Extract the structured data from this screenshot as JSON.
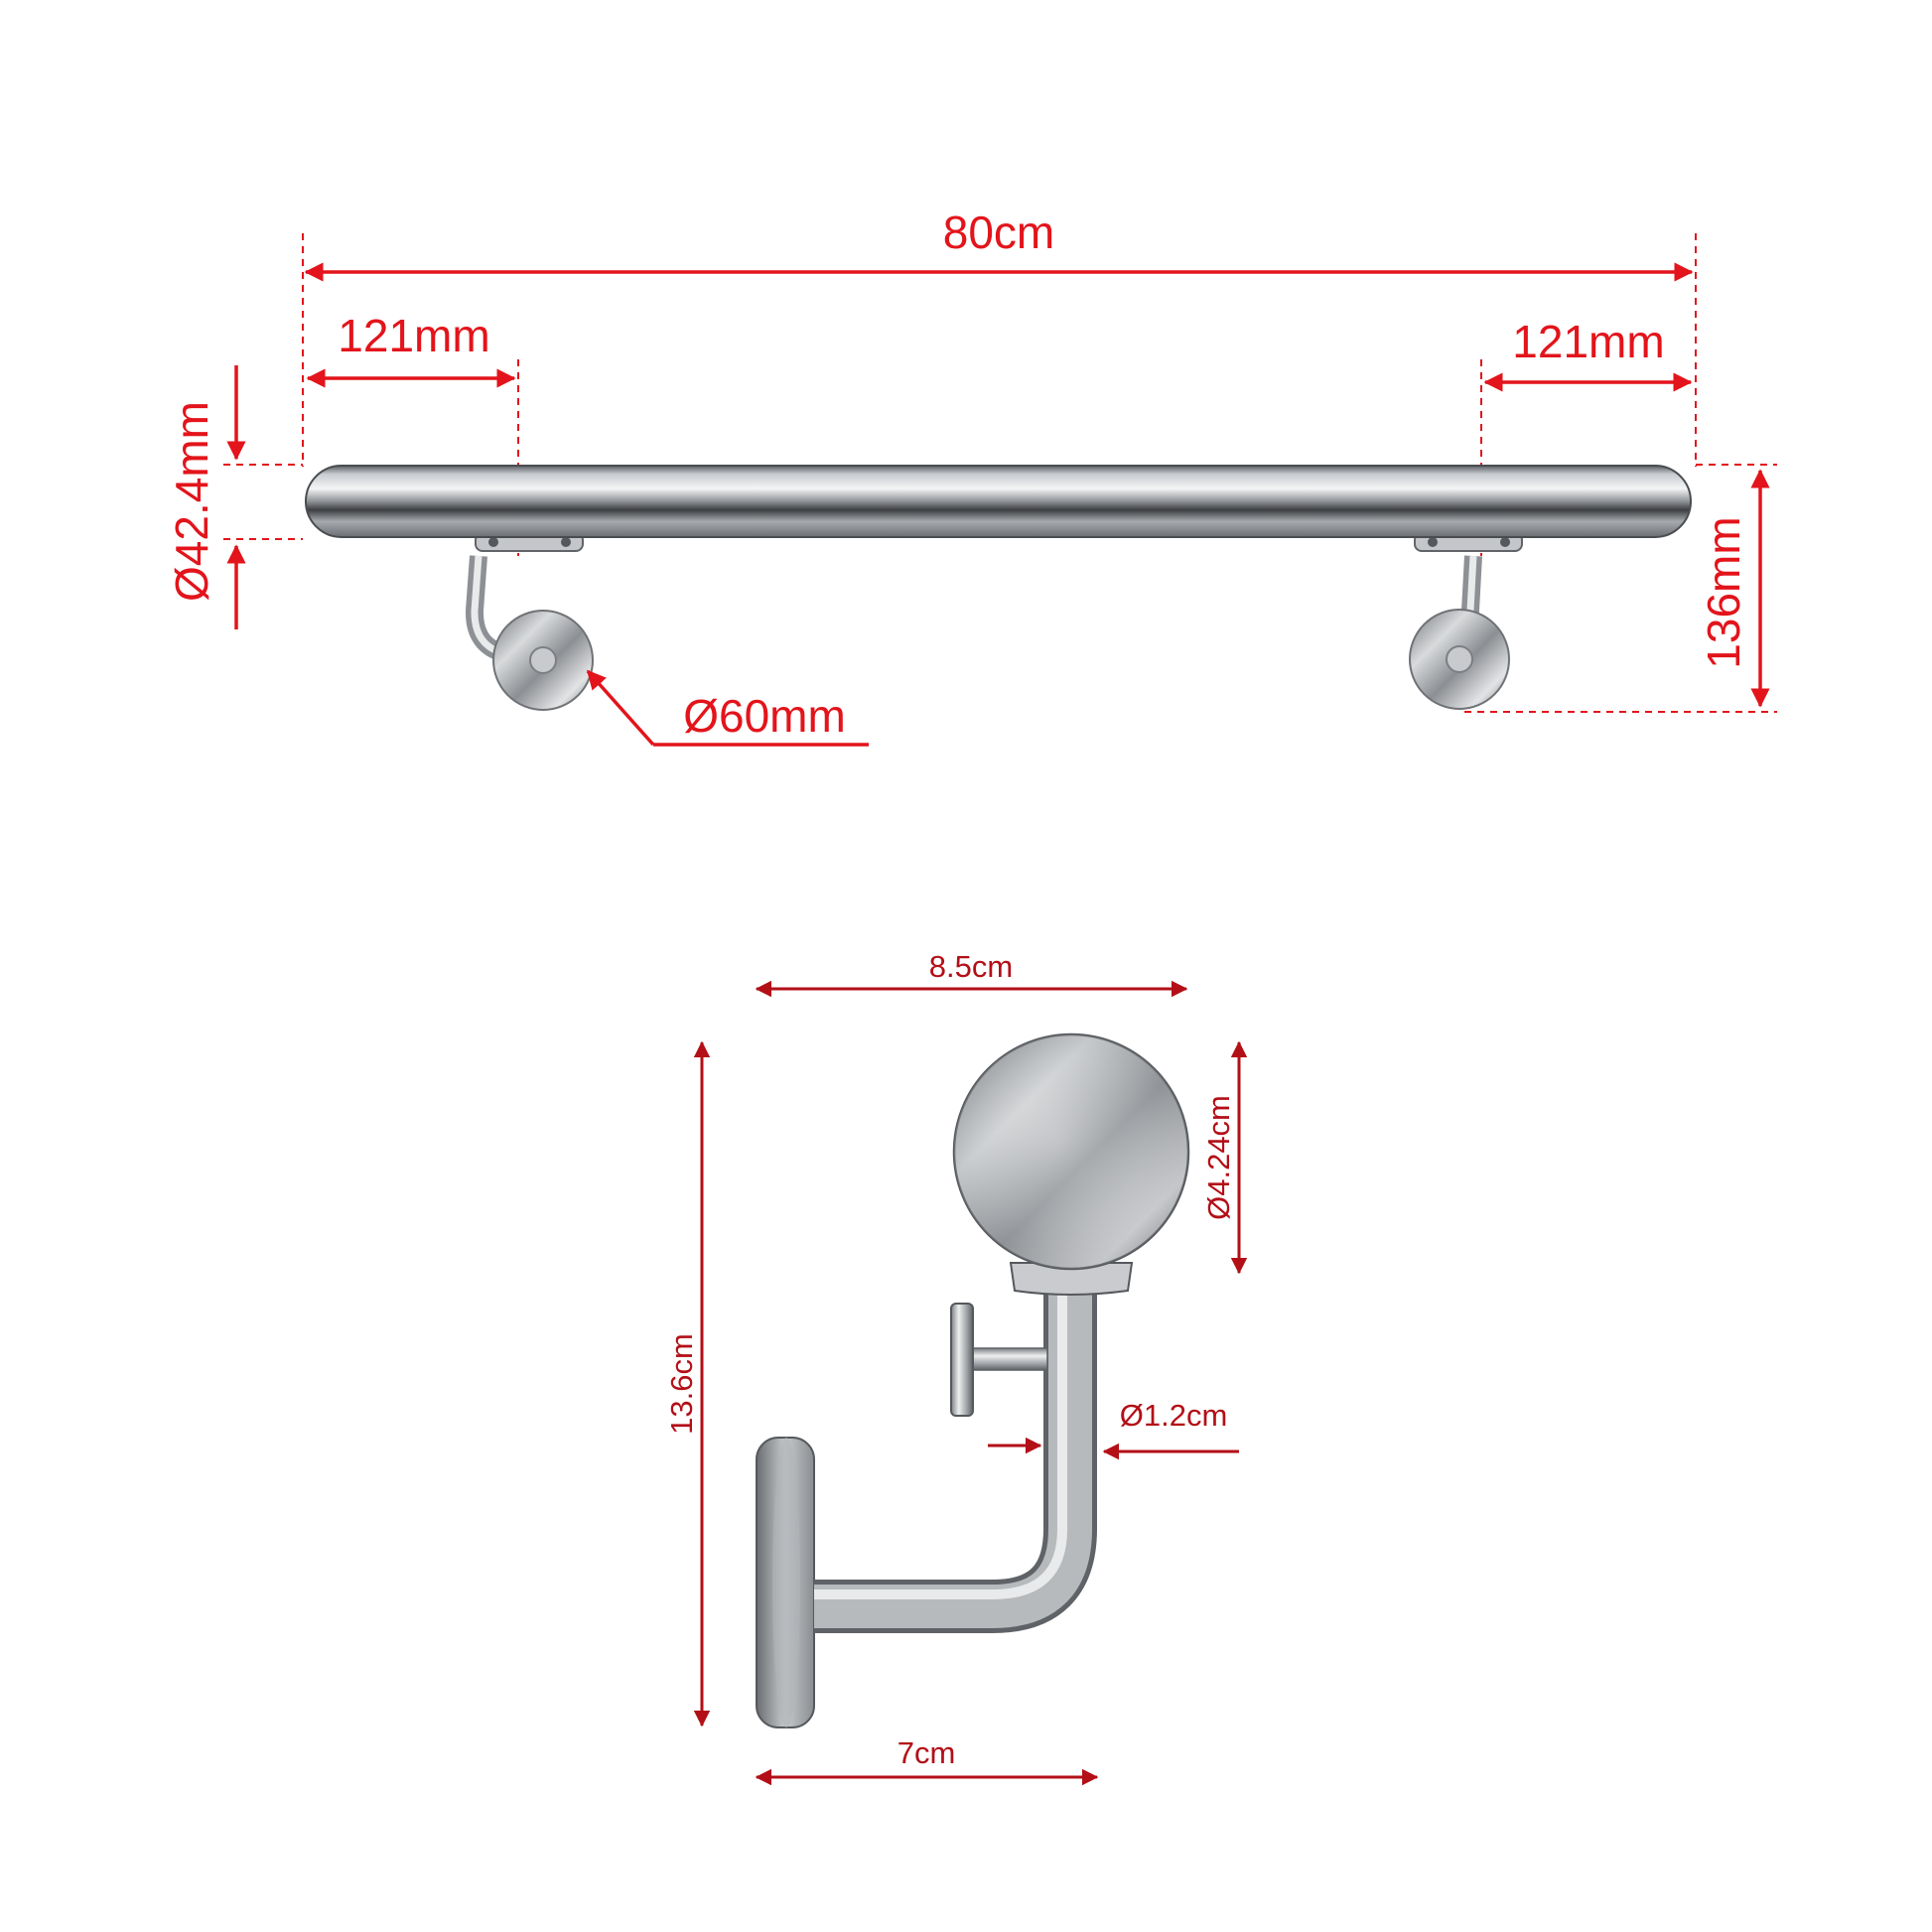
{
  "top_view": {
    "overall_length": "80cm",
    "left_offset": "121mm",
    "right_offset": "121mm",
    "tube_diameter": "Ø42.4mm",
    "height": "136mm",
    "base_diameter": "Ø60mm"
  },
  "bracket_view": {
    "width": "8.5cm",
    "height": "13.6cm",
    "saddle_diameter": "Ø4.24cm",
    "rod_diameter": "Ø1.2cm",
    "depth": "7cm"
  },
  "colors": {
    "dimension_red": "#e3141b",
    "dimension_dark_red": "#b30f17",
    "steel": "#b9bcc0"
  }
}
